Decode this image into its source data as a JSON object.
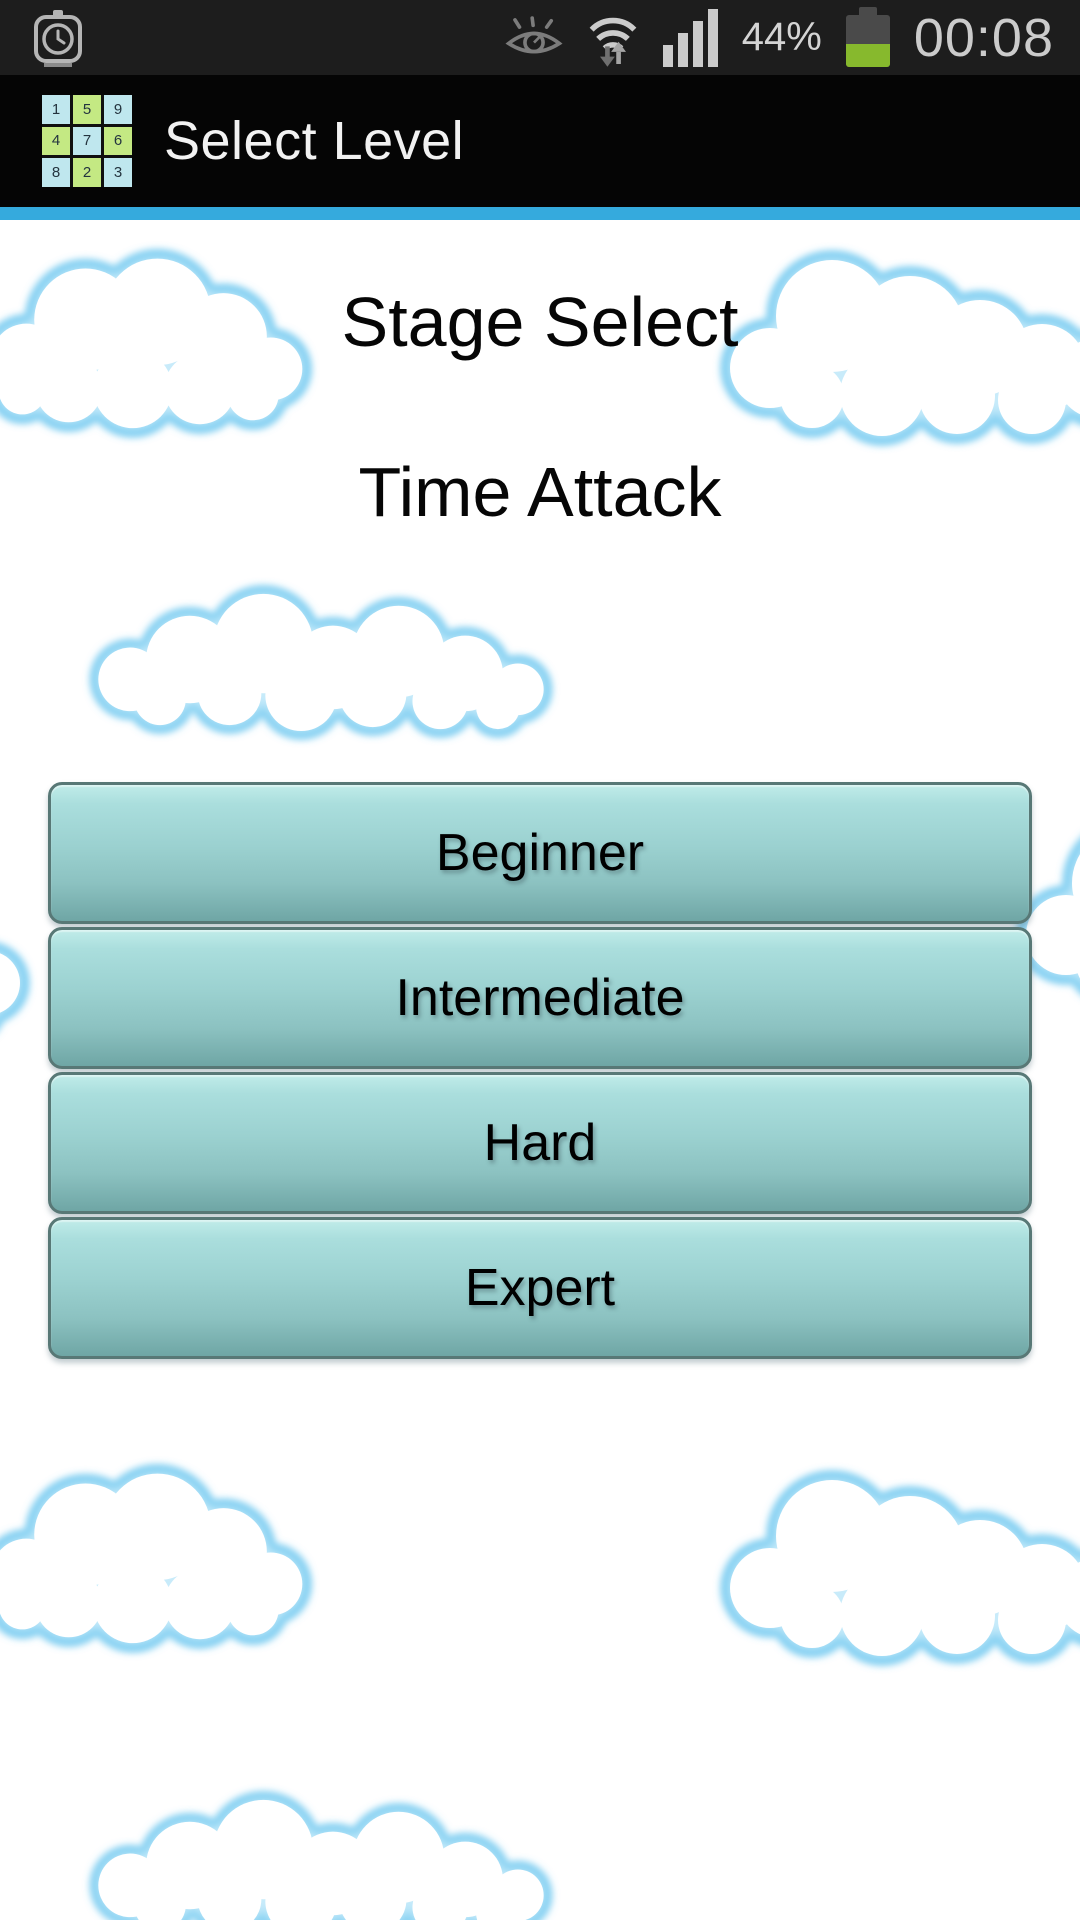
{
  "status_bar": {
    "time": "00:08",
    "battery_percent_label": "44%",
    "battery_level": 44,
    "icons": {
      "alarm": "alarm-clock-icon",
      "smart_stay": "eye-icon",
      "wifi": "wifi-updown-icon",
      "signal": "signal-strength-icon",
      "battery": "battery-icon"
    },
    "colors": {
      "background": "#1d1d1d",
      "icon_light": "#cbcbcb",
      "icon_dim": "#757575",
      "battery_body": "#4a4a4a",
      "battery_green": "#87b92d"
    }
  },
  "action_bar": {
    "title": "Select Level",
    "background": "#050505",
    "accent_line_color": "#35aadd",
    "app_icon": {
      "grid": [
        [
          "1",
          "5",
          "9"
        ],
        [
          "4",
          "7",
          "6"
        ],
        [
          "8",
          "2",
          "3"
        ]
      ],
      "cell_blue": "#bfe7ee",
      "cell_green": "#c4e983"
    }
  },
  "content": {
    "heading_primary": "Stage Select",
    "heading_secondary": "Time Attack",
    "level_buttons": [
      {
        "label": "Beginner"
      },
      {
        "label": "Intermediate"
      },
      {
        "label": "Hard"
      },
      {
        "label": "Expert"
      }
    ],
    "colors": {
      "background": "#ffffff",
      "button_top": "#b6e8e6",
      "button_bottom": "#6fa6a5",
      "button_border": "#587876",
      "cloud_edge": "#45b5e9"
    }
  }
}
